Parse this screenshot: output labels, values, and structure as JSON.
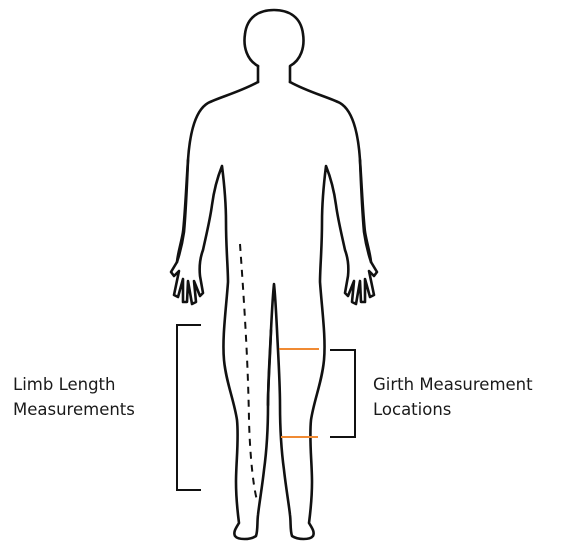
{
  "labels": {
    "limb_length": [
      "Limb Length",
      "Measurements"
    ],
    "girth": [
      "Girth Measurement",
      "Locations"
    ]
  },
  "colors": {
    "outline": "#111111",
    "girth_marker": "#f08a33",
    "text": "#1a1a1a",
    "background": "#ffffff"
  }
}
